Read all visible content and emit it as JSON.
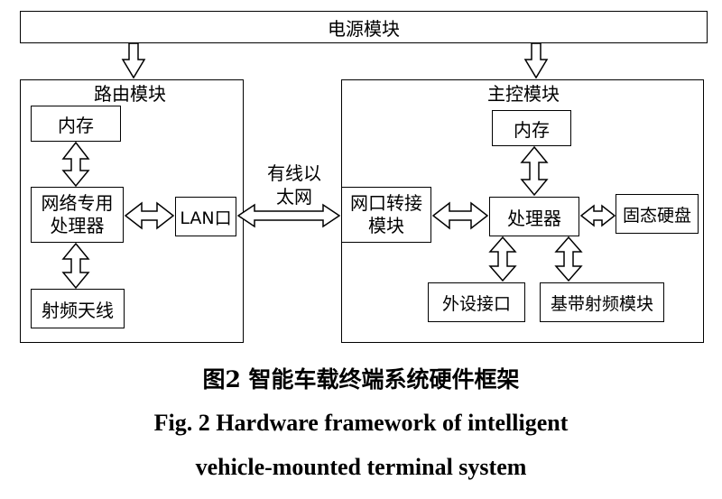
{
  "power": {
    "label": "电源模块"
  },
  "router": {
    "title": "路由模块",
    "memory": "内存",
    "np_line1": "网络专用",
    "np_line2": "处理器",
    "lan": "LAN口",
    "rf": "射频天线"
  },
  "link": {
    "line1": "有线以",
    "line2": "太网"
  },
  "main": {
    "title": "主控模块",
    "memory": "内存",
    "conv_line1": "网口转接",
    "conv_line2": "模块",
    "cpu": "处理器",
    "ssd": "固态硬盘",
    "periph": "外设接口",
    "baseband": "基带射频模块"
  },
  "caption": {
    "cn": "图2  智能车载终端系统硬件框架",
    "en_line1": "Fig. 2  Hardware framework of intelligent",
    "en_line2": "vehicle-mounted terminal system"
  }
}
